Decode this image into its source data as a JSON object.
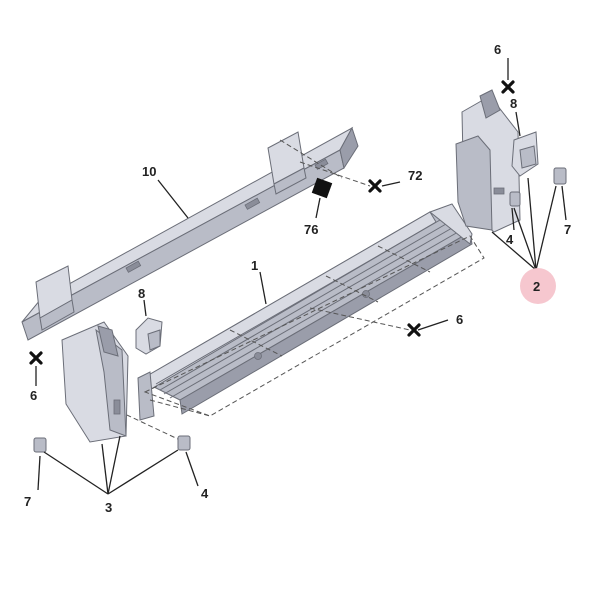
{
  "callouts": {
    "part_1": "1",
    "part_2": "2",
    "part_3": "3",
    "part_4_left": "4",
    "part_4_right": "4",
    "part_6_left": "6",
    "part_6_middle": "6",
    "part_6_top": "6",
    "part_7_left": "7",
    "part_7_right": "7",
    "part_8_left": "8",
    "part_8_right": "8",
    "part_10": "10",
    "part_72": "72",
    "part_76": "76"
  },
  "colors": {
    "part_fill": "#d9dbe3",
    "part_outline": "#6b6e78",
    "highlight": "#f6c7cf"
  }
}
